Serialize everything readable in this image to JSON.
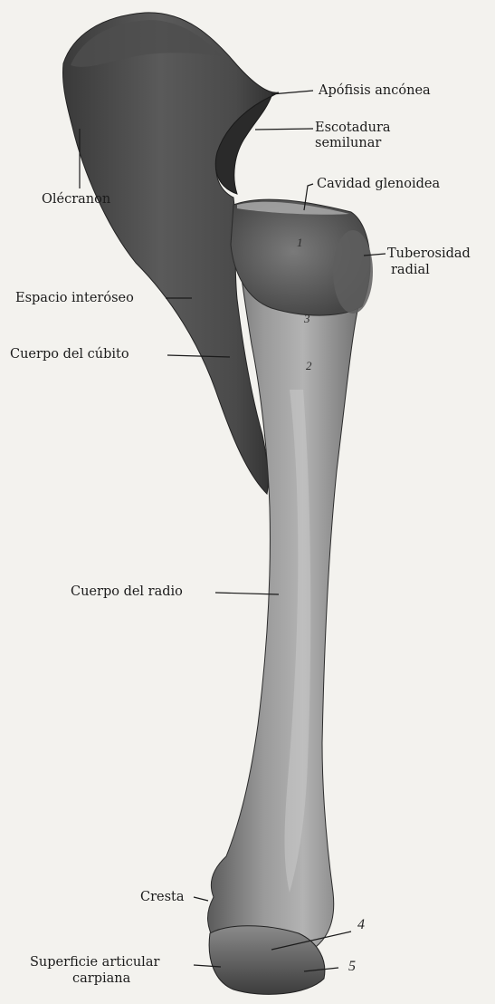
{
  "labels": {
    "apofisis_anconea": "Apófisis ancónea",
    "escotadura_1": "Escotadura",
    "escotadura_2": "semilunar",
    "cavidad_glenoidea": "Cavidad glenoidea",
    "olecranon": "Olécranon",
    "tuberosidad_1": "Tuberosidad",
    "tuberosidad_2": "radial",
    "espacio_interoseo": "Espacio interóseo",
    "cuerpo_cubito": "Cuerpo del cúbito",
    "cuerpo_radio": "Cuerpo del radio",
    "cresta": "Cresta",
    "superficie_1": "Superficie articular",
    "superficie_2": "carpiana"
  },
  "numbers": {
    "n1": "1",
    "n2": "2",
    "n3": "3",
    "n4": "4",
    "n5": "5"
  },
  "colors": {
    "background": "#f3f2ee",
    "bone_dark": "#3c3c3c",
    "bone_mid": "#6d6d6d",
    "bone_light": "#a8a8a8",
    "ink": "#1b1b1b"
  }
}
